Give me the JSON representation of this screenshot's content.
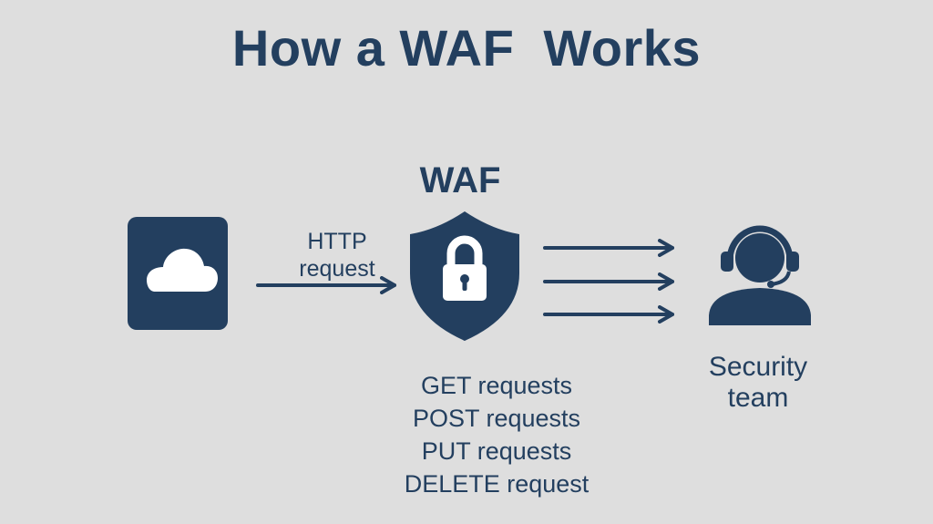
{
  "title": "How a WAF  Works",
  "waf_label": "WAF",
  "http_request_label": [
    "HTTP",
    "request"
  ],
  "security_team_label": [
    "Security",
    "team"
  ],
  "request_methods": [
    "GET requests",
    "POST requests",
    "PUT requests",
    "DELETE request"
  ],
  "icons": {
    "client": "cloud-icon",
    "firewall": "shield-lock-icon",
    "team": "headset-user-icon"
  },
  "colors": {
    "background": "#dedede",
    "primary": "#233f5f",
    "icon_fill": "#ffffff"
  }
}
